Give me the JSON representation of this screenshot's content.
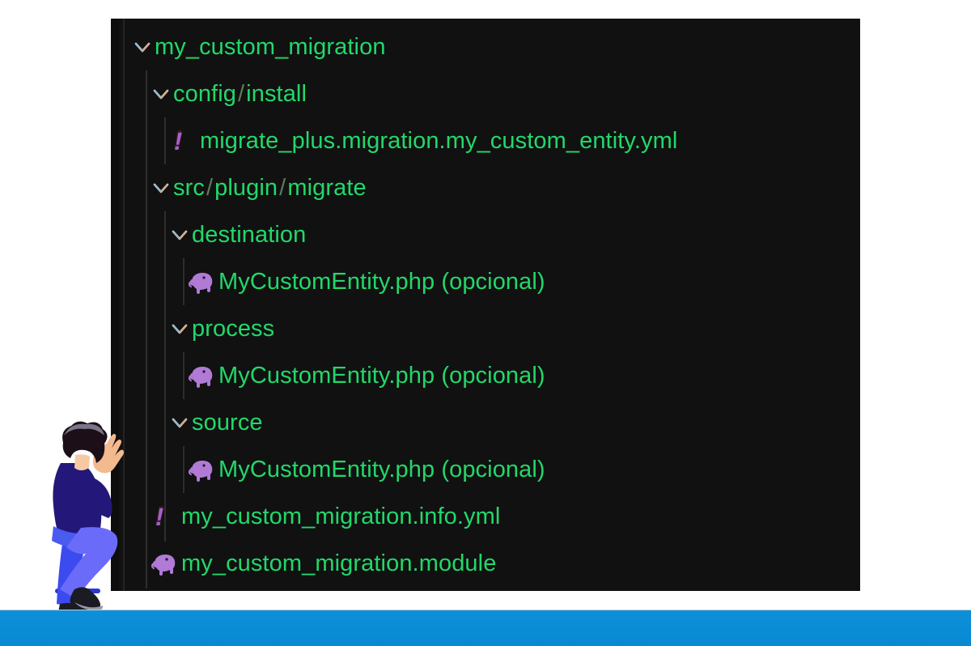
{
  "panel": {
    "background_color": "#111111",
    "text_color": "#22d86a",
    "separator_color": "#5e7a5e",
    "guide_color": "#2e2e2e"
  },
  "bottom_band": {
    "color": "#0b8ed7"
  },
  "file_tree": {
    "rows": [
      {
        "id": "my_custom_migration",
        "kind": "folder",
        "depth": 0,
        "expanded": true,
        "icon": "chevron-down-icon",
        "label": "my_custom_migration",
        "parts": [
          "my_custom_migration"
        ]
      },
      {
        "id": "config-install",
        "kind": "folder",
        "depth": 1,
        "expanded": true,
        "icon": "chevron-down-icon",
        "label": "config / install",
        "parts": [
          "config",
          "/",
          "install"
        ]
      },
      {
        "id": "migrate_plus_yml",
        "kind": "file-yaml",
        "depth": 2,
        "icon": "yaml-exclamation-icon",
        "label": "migrate_plus.migration.my_custom_entity.yml",
        "parts": [
          "migrate_plus.migration.my_custom_entity.yml"
        ]
      },
      {
        "id": "src-plugin-migrate",
        "kind": "folder",
        "depth": 1,
        "expanded": true,
        "icon": "chevron-down-icon",
        "label": "src / plugin / migrate",
        "parts": [
          "src",
          "/",
          "plugin",
          "/",
          "migrate"
        ]
      },
      {
        "id": "destination",
        "kind": "folder",
        "depth": 2,
        "expanded": true,
        "icon": "chevron-down-icon",
        "label": "destination",
        "parts": [
          "destination"
        ]
      },
      {
        "id": "destination-entity-php",
        "kind": "file-php",
        "depth": 3,
        "icon": "php-elephant-icon",
        "label": "MyCustomEntity.php (opcional)",
        "parts": [
          "MyCustomEntity.php (opcional)"
        ]
      },
      {
        "id": "process",
        "kind": "folder",
        "depth": 2,
        "expanded": true,
        "icon": "chevron-down-icon",
        "label": "process",
        "parts": [
          "process"
        ]
      },
      {
        "id": "process-entity-php",
        "kind": "file-php",
        "depth": 3,
        "icon": "php-elephant-icon",
        "label": "MyCustomEntity.php (opcional)",
        "parts": [
          "MyCustomEntity.php (opcional)"
        ]
      },
      {
        "id": "source",
        "kind": "folder",
        "depth": 2,
        "expanded": true,
        "icon": "chevron-down-icon",
        "label": "source",
        "parts": [
          "source"
        ]
      },
      {
        "id": "source-entity-php",
        "kind": "file-php",
        "depth": 3,
        "icon": "php-elephant-icon",
        "label": "MyCustomEntity.php (opcional)",
        "parts": [
          "MyCustomEntity.php (opcional)"
        ]
      },
      {
        "id": "info-yml",
        "kind": "file-yaml",
        "depth": 1,
        "icon": "yaml-exclamation-icon",
        "label": "my_custom_migration.info.yml",
        "parts": [
          "my_custom_migration.info.yml"
        ]
      },
      {
        "id": "module-file",
        "kind": "file-php",
        "depth": 1,
        "icon": "php-elephant-icon",
        "label": "my_custom_migration.module",
        "parts": [
          "my_custom_migration.module"
        ]
      }
    ]
  },
  "illustration": {
    "name": "person-sitting-on-stool-touching-panel",
    "colors": {
      "hair": "#1c0f18",
      "sweater": "#231879",
      "pants": "#6b6bfa",
      "pants_shadow": "#3b4bef",
      "skin": "#f6c9a4",
      "shoe": "#1b1b24",
      "stool": "#1b2a6b"
    }
  }
}
